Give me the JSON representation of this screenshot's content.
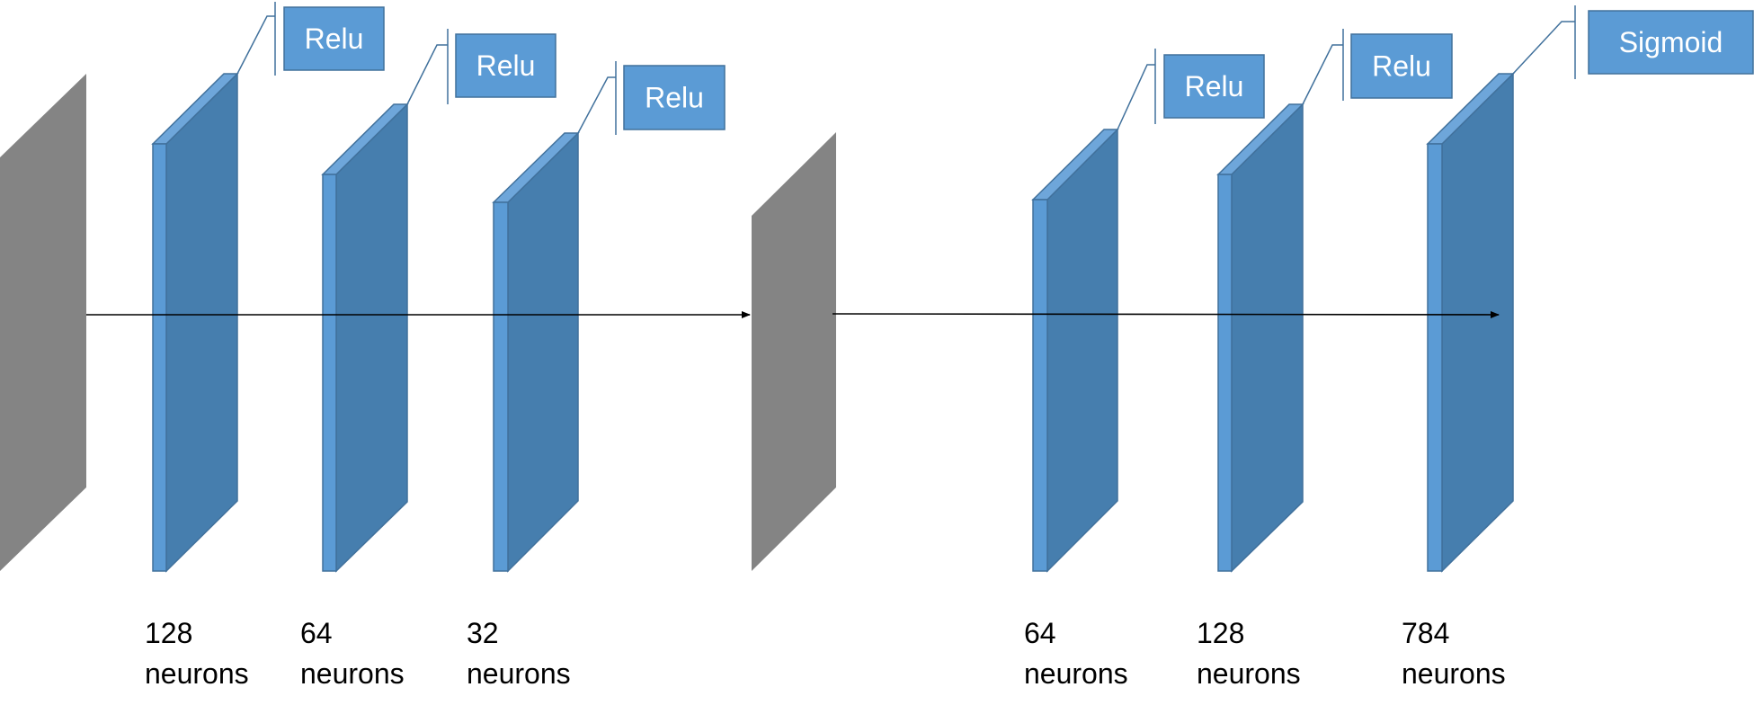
{
  "colors": {
    "layer_front": "#5b9bd5",
    "layer_side": "#467eae",
    "layer_top": "#6ea6da",
    "layer_stroke": "#41719c",
    "bottleneck": "#848484",
    "activation_box": "#5b9bd5",
    "arrow": "#000000"
  },
  "layers": [
    {
      "activation": "Relu",
      "size_label": "128",
      "unit_label": "neurons"
    },
    {
      "activation": "Relu",
      "size_label": "64",
      "unit_label": "neurons"
    },
    {
      "activation": "Relu",
      "size_label": "32",
      "unit_label": "neurons"
    },
    {
      "activation": "Relu",
      "size_label": "64",
      "unit_label": "neurons"
    },
    {
      "activation": "Relu",
      "size_label": "128",
      "unit_label": "neurons"
    },
    {
      "activation": "Sigmoid",
      "size_label": "784",
      "unit_label": "neurons"
    }
  ]
}
